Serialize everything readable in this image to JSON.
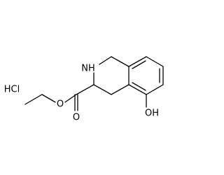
{
  "structure": {
    "labels": {
      "salt": "HCl",
      "amine": "NH",
      "ester_oxygen_single": "O",
      "ester_oxygen_double": "O",
      "hydroxyl": "OH"
    },
    "colors": {
      "bond": "#000000",
      "carbon_text": "#000000",
      "nitrogen_text": "#3333cc",
      "oxygen_text": "#cc0000",
      "salt_text": "#000000"
    }
  }
}
